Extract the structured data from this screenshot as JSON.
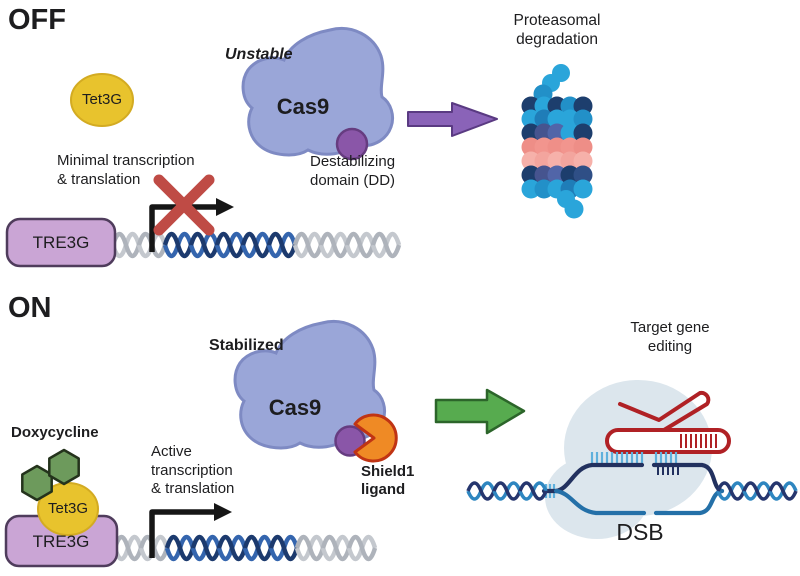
{
  "panels": {
    "off": {
      "heading": "OFF",
      "tet3g": "Tet3G",
      "unstable": "Unstable",
      "cas9": "Cas9",
      "dd_line1": "Destabilizing",
      "dd_line2": "domain (DD)",
      "transcription_line1": "Minimal transcription",
      "transcription_line2": "& translation",
      "tre3g": "TRE3G",
      "proteasome_line1": "Proteasomal",
      "proteasome_line2": "degradation"
    },
    "on": {
      "heading": "ON",
      "stabilized": "Stabilized",
      "cas9": "Cas9",
      "doxycycline": "Doxycycline",
      "tet3g": "Tet3G",
      "tre3g": "TRE3G",
      "transcription_line1": "Active",
      "transcription_line2": "transcription",
      "transcription_line3": "& translation",
      "shield1_line1": "Shield1",
      "shield1_line2": "ligand",
      "target_line1": "Target gene",
      "target_line2": "editing",
      "dsb": "DSB"
    }
  },
  "colors": {
    "cas9_fill": "#9aa6d8",
    "cas9_stroke": "#7e8ac3",
    "dd_fill": "#8a56a8",
    "tet3g_fill": "#e8c32d",
    "tre3g_fill": "#caa5d5",
    "hexagon_fill": "#6d9a5c",
    "shield1_fill": "#ef8a25",
    "degradation_arrow_fill": "#8a63b8",
    "editing_arrow_fill": "#57ab4f",
    "blocked_cross": "#bf4b45",
    "dna_navy": "#1c3a6e",
    "dna_blue": "#3465ae",
    "dna_gray": "#b6bac1",
    "sgrna_red": "#b02125",
    "dsb_blob": "#dce6ed",
    "proteasome_blue": "#2aa5da",
    "proteasome_navy": "#1d3e6d",
    "proteasome_pink": "#ef8f88"
  }
}
